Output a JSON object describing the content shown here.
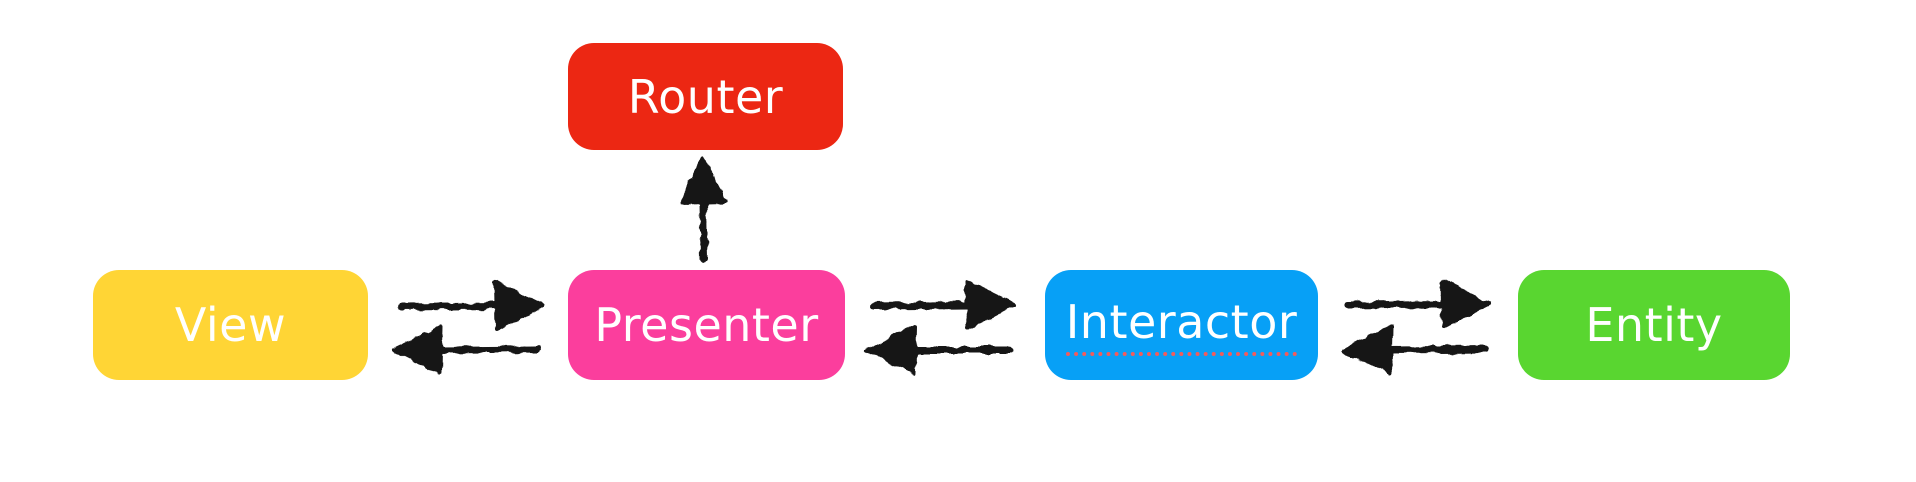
{
  "canvas": {
    "background": "#FFFFFF",
    "arrow_color": "#141414"
  },
  "nodes": [
    {
      "id": "view",
      "label": "View",
      "color": "#FFD535",
      "text_color": "#FFFFFF"
    },
    {
      "id": "presenter",
      "label": "Presenter",
      "color": "#FB3E9D",
      "text_color": "#FFFFFF"
    },
    {
      "id": "router",
      "label": "Router",
      "color": "#EC2713",
      "text_color": "#FFFFFF"
    },
    {
      "id": "interactor",
      "label": "Interactor",
      "color": "#07A0F6",
      "text_color": "#FFFFFF",
      "spellcheck_underline_color": "#F25C5C"
    },
    {
      "id": "entity",
      "label": "Entity",
      "color": "#59D630",
      "text_color": "#FFFFFF"
    }
  ],
  "edges": [
    {
      "from": "view",
      "to": "presenter",
      "direction": "bidirectional"
    },
    {
      "from": "presenter",
      "to": "router",
      "direction": "one-way-up"
    },
    {
      "from": "presenter",
      "to": "interactor",
      "direction": "bidirectional"
    },
    {
      "from": "interactor",
      "to": "entity",
      "direction": "bidirectional"
    }
  ]
}
